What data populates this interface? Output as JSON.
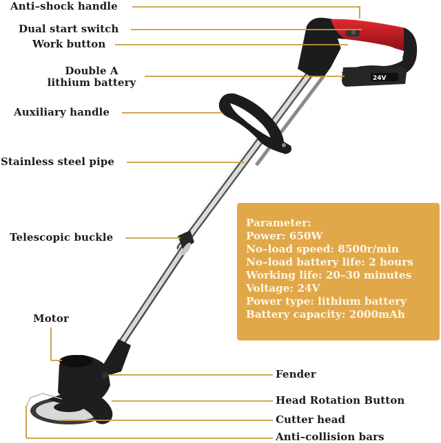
{
  "diagram": {
    "subject": "Cordless grass trimmer",
    "callouts": [
      {
        "id": "anti-shock-handle",
        "label": "Anti–shock handle"
      },
      {
        "id": "dual-start-switch",
        "label": "Dual start switch"
      },
      {
        "id": "work-button",
        "label": "Work button"
      },
      {
        "id": "battery",
        "label_line1": "Double A",
        "label_line2": "lithium battery"
      },
      {
        "id": "auxiliary-handle",
        "label": "Auxiliary handle"
      },
      {
        "id": "stainless-steel-pipe",
        "label": "Stainless steel pipe"
      },
      {
        "id": "telescopic-buckle",
        "label": "Telescopic buckle"
      },
      {
        "id": "motor",
        "label": "Motor"
      },
      {
        "id": "fender",
        "label": "Fender"
      },
      {
        "id": "head-rotation-button",
        "label": "Head Rotation Button"
      },
      {
        "id": "cutter-head",
        "label": "Cutter head"
      },
      {
        "id": "anti-collision-bars",
        "label": "Anti–collision bars"
      }
    ],
    "battery_badge": "24V",
    "colors": {
      "callout_line": "#c99a3a",
      "param_box_bg": "#e1a849",
      "param_text": "#fdf6e6",
      "handle_grip": "#c8161d",
      "body": "#1e1e1e"
    }
  },
  "parameters": {
    "title": "Parameter:",
    "lines": [
      "Power: 650W",
      "No–load speed: 8500r/min",
      "No–load battery life: 2 hours",
      "Working life: 20–30 minutes",
      "Voltage: 24V",
      "Power type: lithium battery",
      "Battery capacity: 2000mAh"
    ]
  }
}
